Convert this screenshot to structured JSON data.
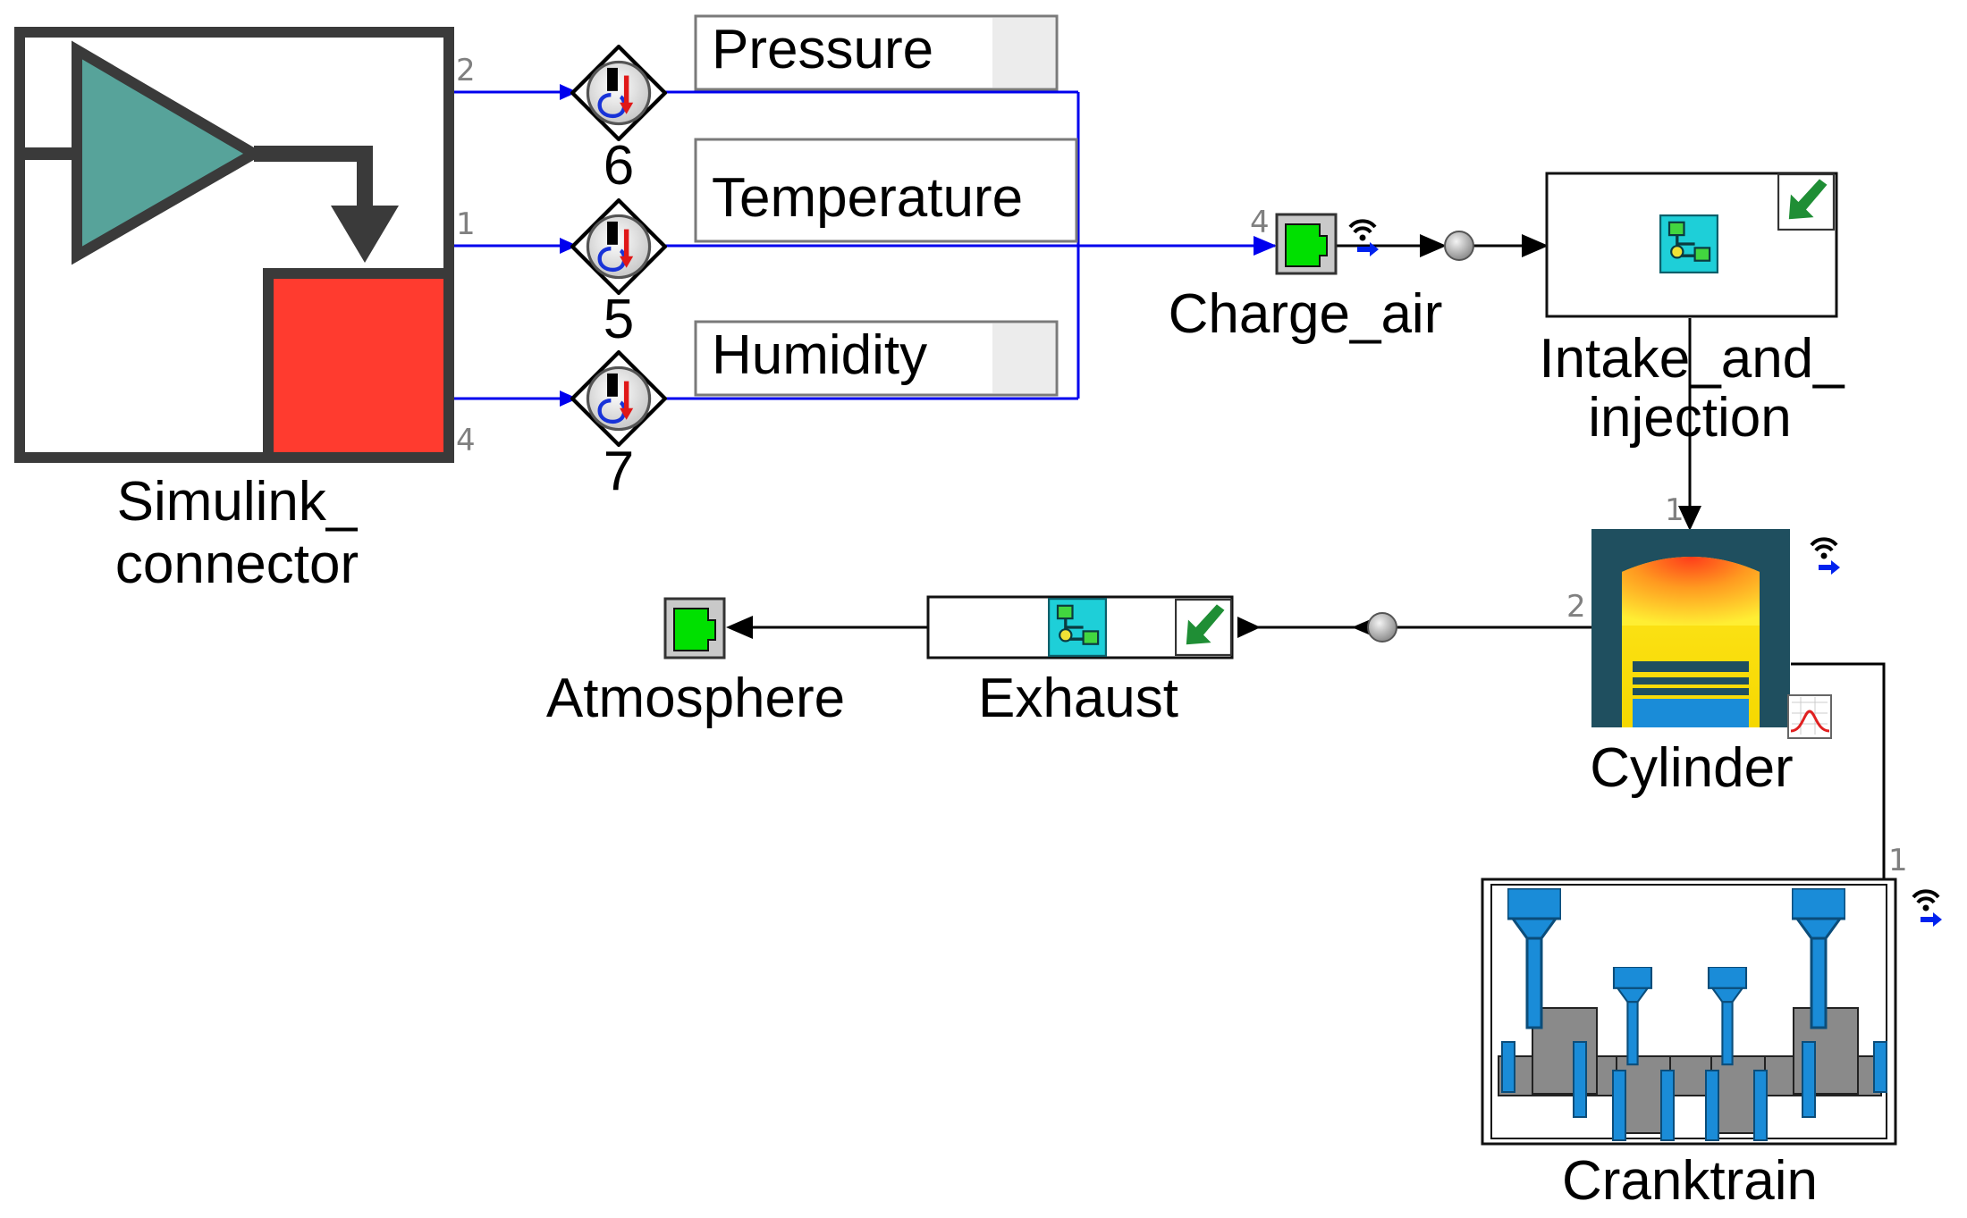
{
  "colors": {
    "signal": "#0000ee",
    "flow": "#000000",
    "port_number": "#808080",
    "simulink_triangle": "#57a39a",
    "simulink_red": "#ff3b2f",
    "boundary_green": "#00e000",
    "subsystem_cyan": "#1ecfd8",
    "cylinder_dark": "#1f4f5f",
    "piston_blue": "#1a8cd8",
    "crank_grey": "#8a8a8a"
  },
  "simulink": {
    "name_line1": "Simulink_",
    "name_line2": "connector",
    "ports": [
      "2",
      "1",
      "4"
    ]
  },
  "converters": [
    {
      "number": "6"
    },
    {
      "number": "5"
    },
    {
      "number": "7"
    }
  ],
  "displays": [
    {
      "label": "Pressure"
    },
    {
      "label": "Temperature"
    },
    {
      "label": "Humidity"
    }
  ],
  "charge_air": {
    "name": "Charge_air",
    "ports": "4"
  },
  "intake": {
    "name_line1": "Intake_and_",
    "name_line2": "injection"
  },
  "cylinder": {
    "name": "Cylinder",
    "port_top": "1",
    "port_left": "2"
  },
  "exhaust": {
    "name": "Exhaust"
  },
  "atmosphere": {
    "name": "Atmosphere"
  },
  "cranktrain": {
    "name": "Cranktrain",
    "port": "1"
  },
  "icons": {
    "sensor": "wireless-signal-icon",
    "arrow": "blue-arrow-icon",
    "subsystem": "subsystem-tree-icon",
    "link": "green-link-arrow-icon",
    "plot": "chart-plot-icon",
    "converter": "signal-converter-icon"
  }
}
